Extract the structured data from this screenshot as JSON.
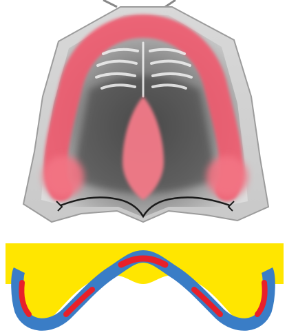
{
  "figure": {
    "panels": [
      {
        "id": "upper",
        "depicts": "maxillary-palate-support-areas"
      },
      {
        "id": "lower",
        "depicts": "denture-base-cross-section"
      }
    ],
    "colors": {
      "background": "#ffffff",
      "palate_gray_light": "#e2e2e2",
      "palate_gray_mid": "#a8a8a8",
      "palate_gray_dark": "#4a4a4a",
      "support_zone_red": "#f05a6e",
      "support_zone_pink": "#f7a3ad",
      "base_yellow": "#ffe600",
      "ridge_blue": "#3a7dc6",
      "pressure_red": "#e8202a",
      "border_line": "#1a1a1a"
    }
  }
}
